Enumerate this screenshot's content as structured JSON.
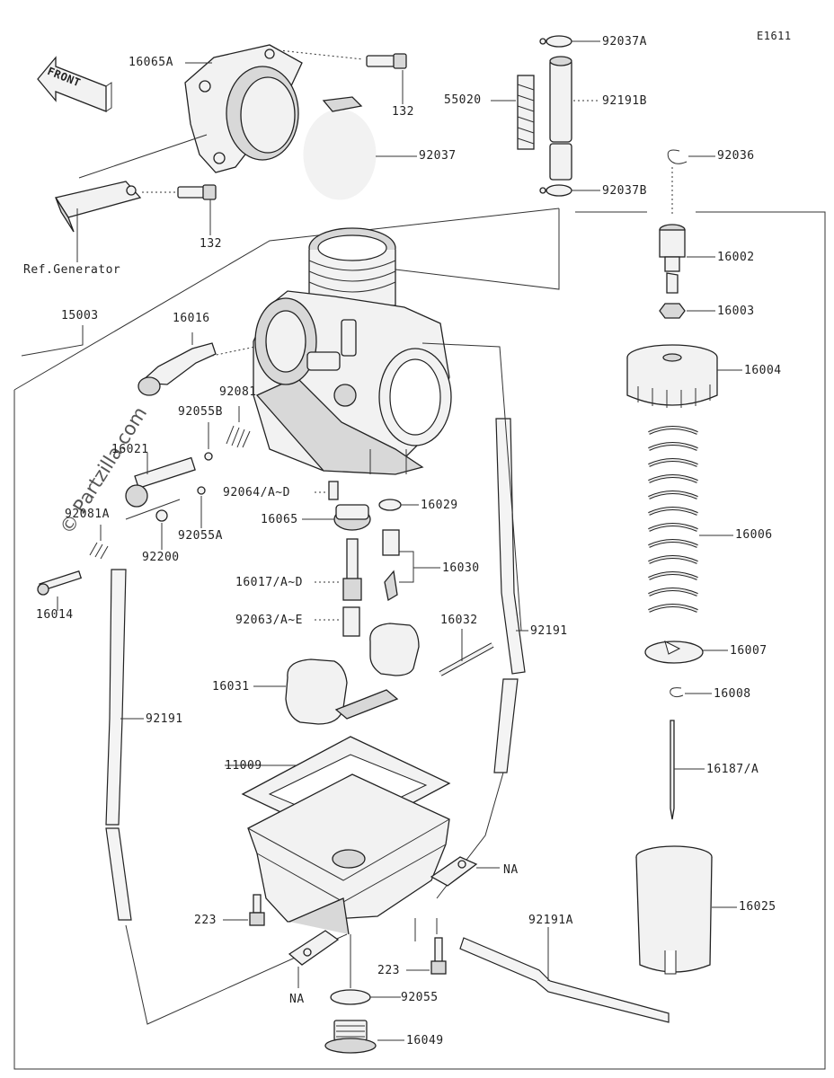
{
  "figure_code": "E1611",
  "front_text": "FRONT",
  "watermark": "© Partzilla.com",
  "labels": [
    {
      "id": "16065A",
      "text": "16065A"
    },
    {
      "id": "132a",
      "text": "132"
    },
    {
      "id": "92037",
      "text": "92037"
    },
    {
      "id": "132b",
      "text": "132"
    },
    {
      "id": "refgen",
      "text": "Ref.Generator"
    },
    {
      "id": "92037A",
      "text": "92037A"
    },
    {
      "id": "55020",
      "text": "55020"
    },
    {
      "id": "92191B",
      "text": "92191B"
    },
    {
      "id": "92036",
      "text": "92036"
    },
    {
      "id": "92037B",
      "text": "92037B"
    },
    {
      "id": "16002",
      "text": "16002"
    },
    {
      "id": "16003",
      "text": "16003"
    },
    {
      "id": "16004",
      "text": "16004"
    },
    {
      "id": "15003",
      "text": "15003"
    },
    {
      "id": "16016",
      "text": "16016"
    },
    {
      "id": "92081",
      "text": "92081"
    },
    {
      "id": "92055B",
      "text": "92055B"
    },
    {
      "id": "16021",
      "text": "16021"
    },
    {
      "id": "92064",
      "text": "92064/A~D"
    },
    {
      "id": "16029",
      "text": "16029"
    },
    {
      "id": "16065",
      "text": "16065"
    },
    {
      "id": "92081A",
      "text": "92081A"
    },
    {
      "id": "92055A",
      "text": "92055A"
    },
    {
      "id": "16006",
      "text": "16006"
    },
    {
      "id": "92200",
      "text": "92200"
    },
    {
      "id": "16030",
      "text": "16030"
    },
    {
      "id": "16017",
      "text": "16017/A~D"
    },
    {
      "id": "16014",
      "text": "16014"
    },
    {
      "id": "92063",
      "text": "92063/A~E"
    },
    {
      "id": "16032",
      "text": "16032"
    },
    {
      "id": "92191a",
      "text": "92191"
    },
    {
      "id": "16007",
      "text": "16007"
    },
    {
      "id": "16031",
      "text": "16031"
    },
    {
      "id": "16008",
      "text": "16008"
    },
    {
      "id": "92191b",
      "text": "92191"
    },
    {
      "id": "11009",
      "text": "11009"
    },
    {
      "id": "16187",
      "text": "16187/A"
    },
    {
      "id": "NAa",
      "text": "NA"
    },
    {
      "id": "223a",
      "text": "223"
    },
    {
      "id": "16025",
      "text": "16025"
    },
    {
      "id": "92191A",
      "text": "92191A"
    },
    {
      "id": "223b",
      "text": "223"
    },
    {
      "id": "NAb",
      "text": "NA"
    },
    {
      "id": "92055",
      "text": "92055"
    },
    {
      "id": "16049",
      "text": "16049"
    }
  ]
}
